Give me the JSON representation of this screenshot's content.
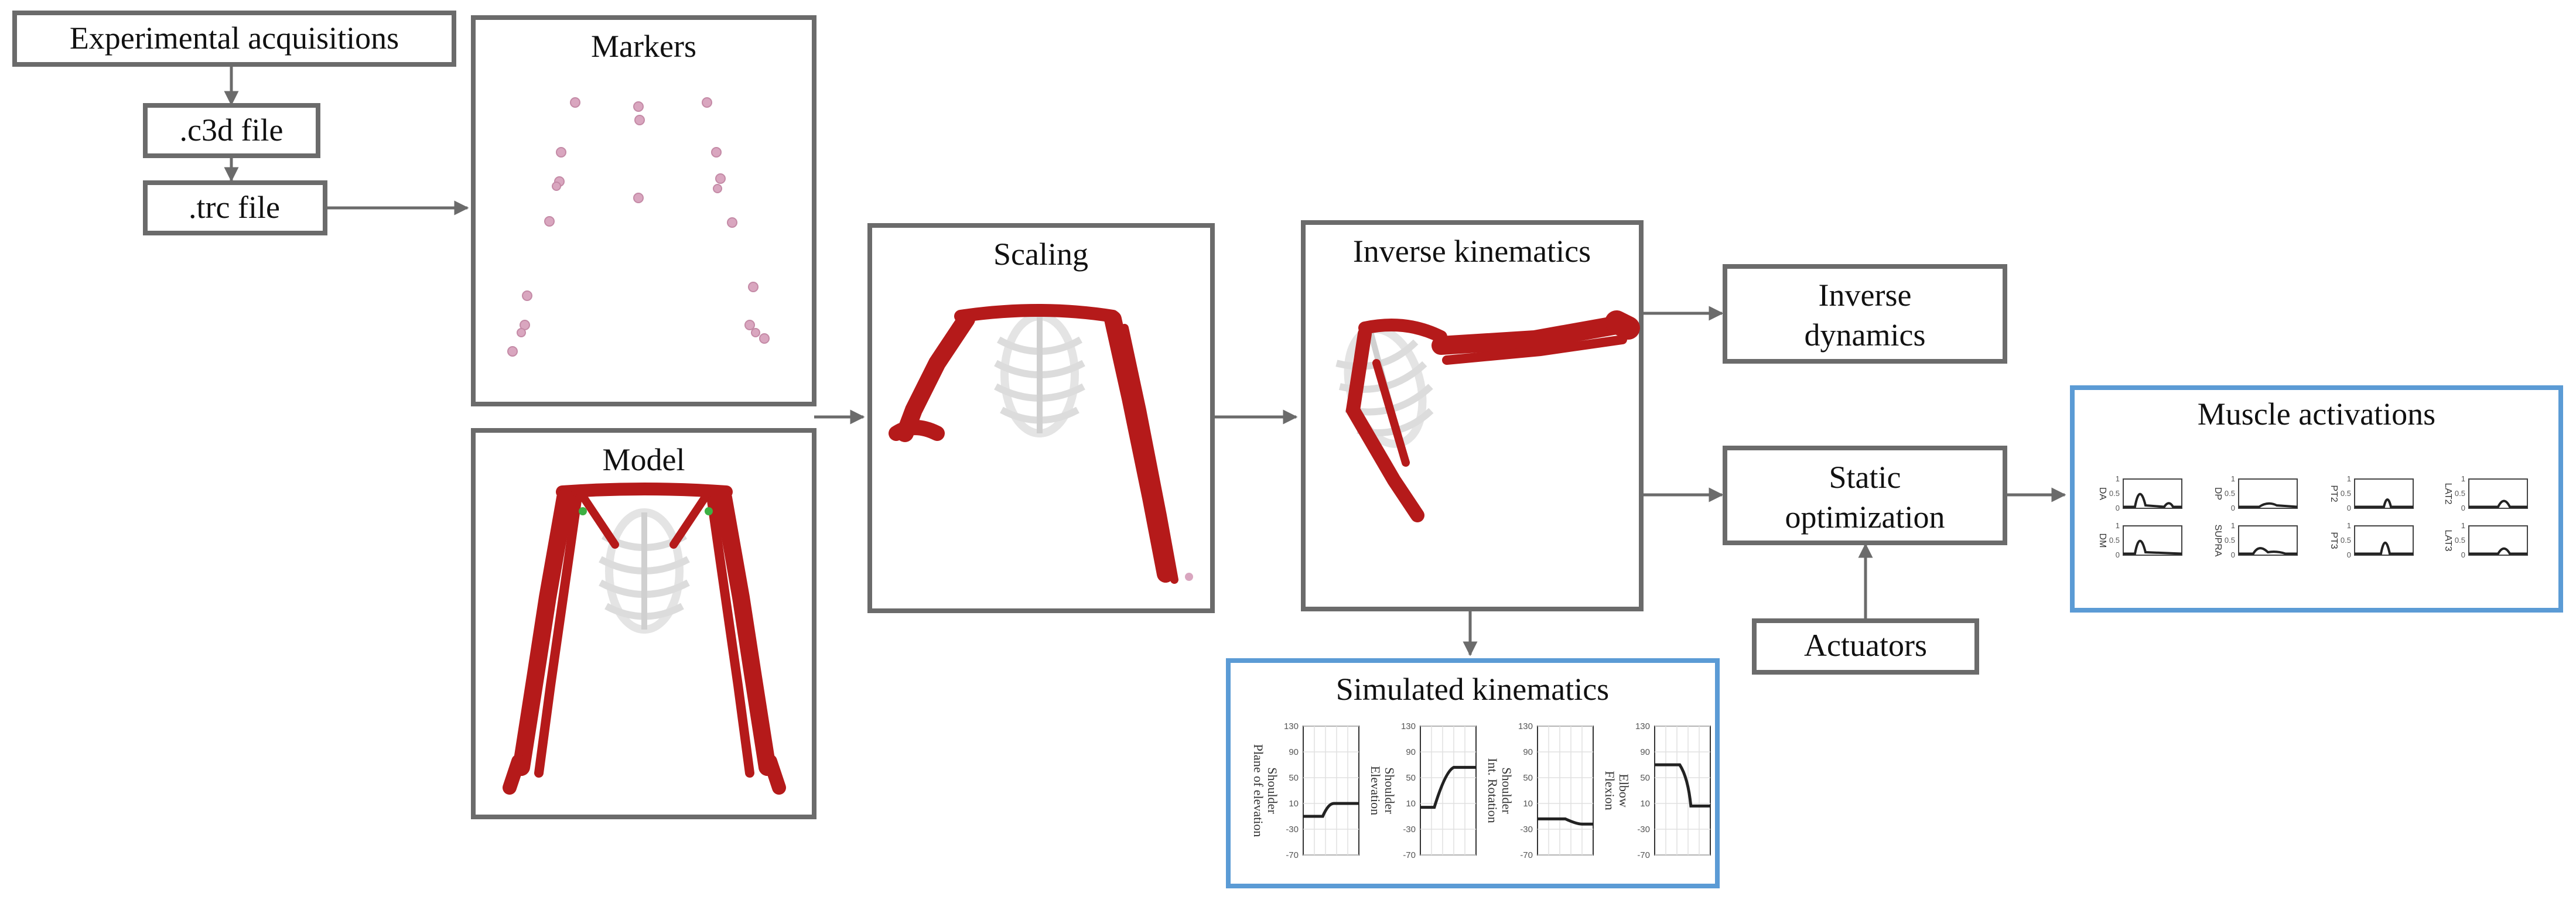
{
  "nodes": {
    "experimental": "Experimental acquisitions",
    "c3d": ".c3d file",
    "trc": ".trc file",
    "markers": "Markers",
    "model": "Model",
    "scaling": "Scaling",
    "inverse_kinematics": "Inverse kinematics",
    "inverse_dynamics_1": "Inverse",
    "inverse_dynamics_2": "dynamics",
    "static_opt_1": "Static",
    "static_opt_2": "optimization",
    "actuators": "Actuators",
    "muscle_activations": "Muscle activations",
    "simulated_kinematics": "Simulated kinematics"
  },
  "kinematics_plots": {
    "yticks": [
      "130",
      "90",
      "50",
      "10",
      "-30",
      "-70"
    ],
    "panels": [
      {
        "ylabel_1": "Shoulder",
        "ylabel_2": "Plane of elevation"
      },
      {
        "ylabel_1": "Shoulder",
        "ylabel_2": "Elevation"
      },
      {
        "ylabel_1": "Shoulder",
        "ylabel_2": "Int. Rotation"
      },
      {
        "ylabel_1": "Elbow",
        "ylabel_2": "Flexion"
      }
    ]
  },
  "activation_plots": {
    "yticks": [
      "1",
      "0.5",
      "0"
    ],
    "panels": [
      {
        "label": "DA"
      },
      {
        "label": "DP"
      },
      {
        "label": "PT2"
      },
      {
        "label": "LAT2"
      },
      {
        "label": "DM"
      },
      {
        "label": "SUPRA"
      },
      {
        "label": "PT3"
      },
      {
        "label": "LAT3"
      }
    ]
  },
  "colors": {
    "box_border": "#6b6b6b",
    "highlight_border": "#5b9bd5",
    "muscle": "#b51a1a",
    "bone": "#e4e4e4",
    "marker": "#d9a6bf"
  }
}
